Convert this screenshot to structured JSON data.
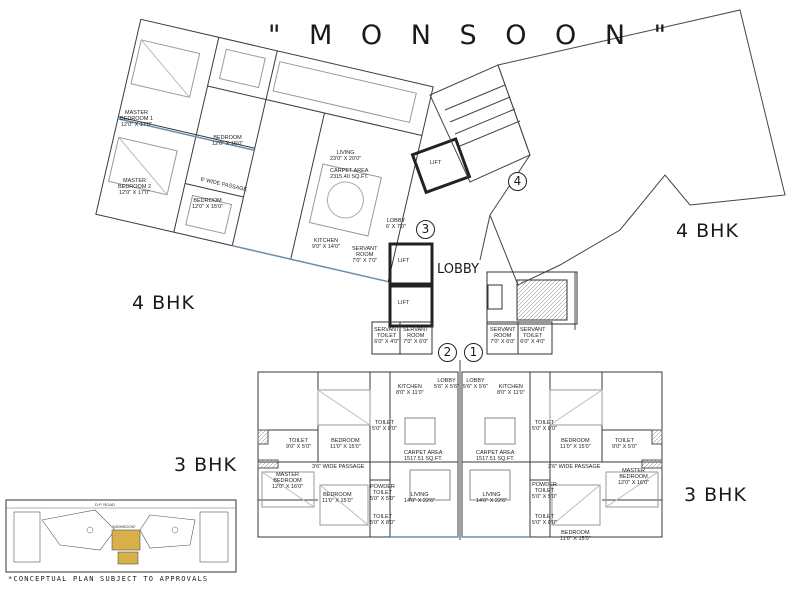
{
  "title": "\" M O N S O O N \"",
  "labels": {
    "bhk_a": "4 BHK",
    "bhk_b": "4 BHK",
    "bhk_c": "3 BHK",
    "bhk_d": "3 BHK",
    "lobby": "LOBBY"
  },
  "markers": {
    "m1": "1",
    "m2": "2",
    "m3": "3",
    "m4": "4"
  },
  "rooms_4bhk": {
    "master1": "MASTER\nBEDROOM 1\n12'0\" X 17'0\"",
    "master2": "MASTER\nBEDROOM 2\n12'0\" X 17'0\"",
    "bedroom_a": "BEDROOM\n12'0\" X 15'0\"",
    "bedroom_b": "BEDROOM\n12'0\" X 15'0\"",
    "living": "LIVING\n23'0\" X 20'0\"",
    "carpet": "CARPET AREA\n2315.40 SQ.FT.",
    "kitchen": "KITCHEN\n9'0\" X 14'0\"",
    "servant": "SERVANT\nROOM\n7'0\" X 7'0\"",
    "passage": "6' WIDE PASSAGE",
    "lift": "LIFT",
    "lobby_small": "LOBBY\n6' X 7'0\""
  },
  "rooms_3bhk_left": {
    "servant_toilet": "SERVANT\nTOILET\n6'0\" X 4'0\"",
    "servant_room": "SERVANT\nROOM\n7'0\" X 6'0\"",
    "kitchen": "KITCHEN\n8'0\" X 11'0\"",
    "lobby": "LOBBY\n5'6\" X 5'6\"",
    "bedroom_top": "BEDROOM\n11'0\" X 15'0\"",
    "toilet_a": "TOILET\n5'0\" X 8'0\"",
    "toilet_b": "TOILET\n9'0\" X 5'0\"",
    "carpet": "CARPET AREA\n1517.51 SQ.FT.",
    "passage": "3'6\" WIDE PASSAGE",
    "master": "MASTER\nBEDROOM\n12'0\" X 16'0\"",
    "powder": "POWDER\nTOILET\n5'0\" X 5'0\"",
    "bedroom_bot": "BEDROOM\n11'0\" X 15'0\"",
    "living": "LIVING\n14'0\" X 22'6\"",
    "toilet_c": "TOILET\n5'0\" X 8'0\""
  },
  "rooms_3bhk_right": {
    "servant_toilet": "SERVANT\nTOILET\n6'0\" X 4'0\"",
    "servant_room": "SERVANT\nROOM\n7'0\" X 6'0\"",
    "kitchen": "KITCHEN\n8'0\" X 11'0\"",
    "lobby": "LOBBY\n5'6\" X 5'6\"",
    "bedroom_top": "BEDROOM\n11'0\" X 15'0\"",
    "toilet_a": "TOILET\n5'0\" X 8'0\"",
    "toilet_b": "TOILET\n9'0\" X 5'0\"",
    "carpet": "CARPET AREA\n1517.51 SQ.FT.",
    "passage": "3'6\" WIDE PASSAGE",
    "master": "MASTER\nBEDROOM\n12'0\" X 16'0\"",
    "powder": "POWDER\nTOILET\n5'0\" X 5'0\"",
    "bedroom_bot": "BEDROOM\n11'0\" X 15'0\"",
    "living": "LIVING\n14'0\" X 22'6\"",
    "toilet_c": "TOILET\n5'0\" X 8'0\""
  },
  "key_plan": {
    "road": "D.P. ROAD",
    "monsoon": "\"MONSOON\""
  },
  "footnote": "*CONCEPTUAL PLAN SUBJECT TO APPROVALS",
  "colors": {
    "line": "#3a3a3a",
    "highlight": "#d8b04a",
    "wall": "#222222"
  }
}
